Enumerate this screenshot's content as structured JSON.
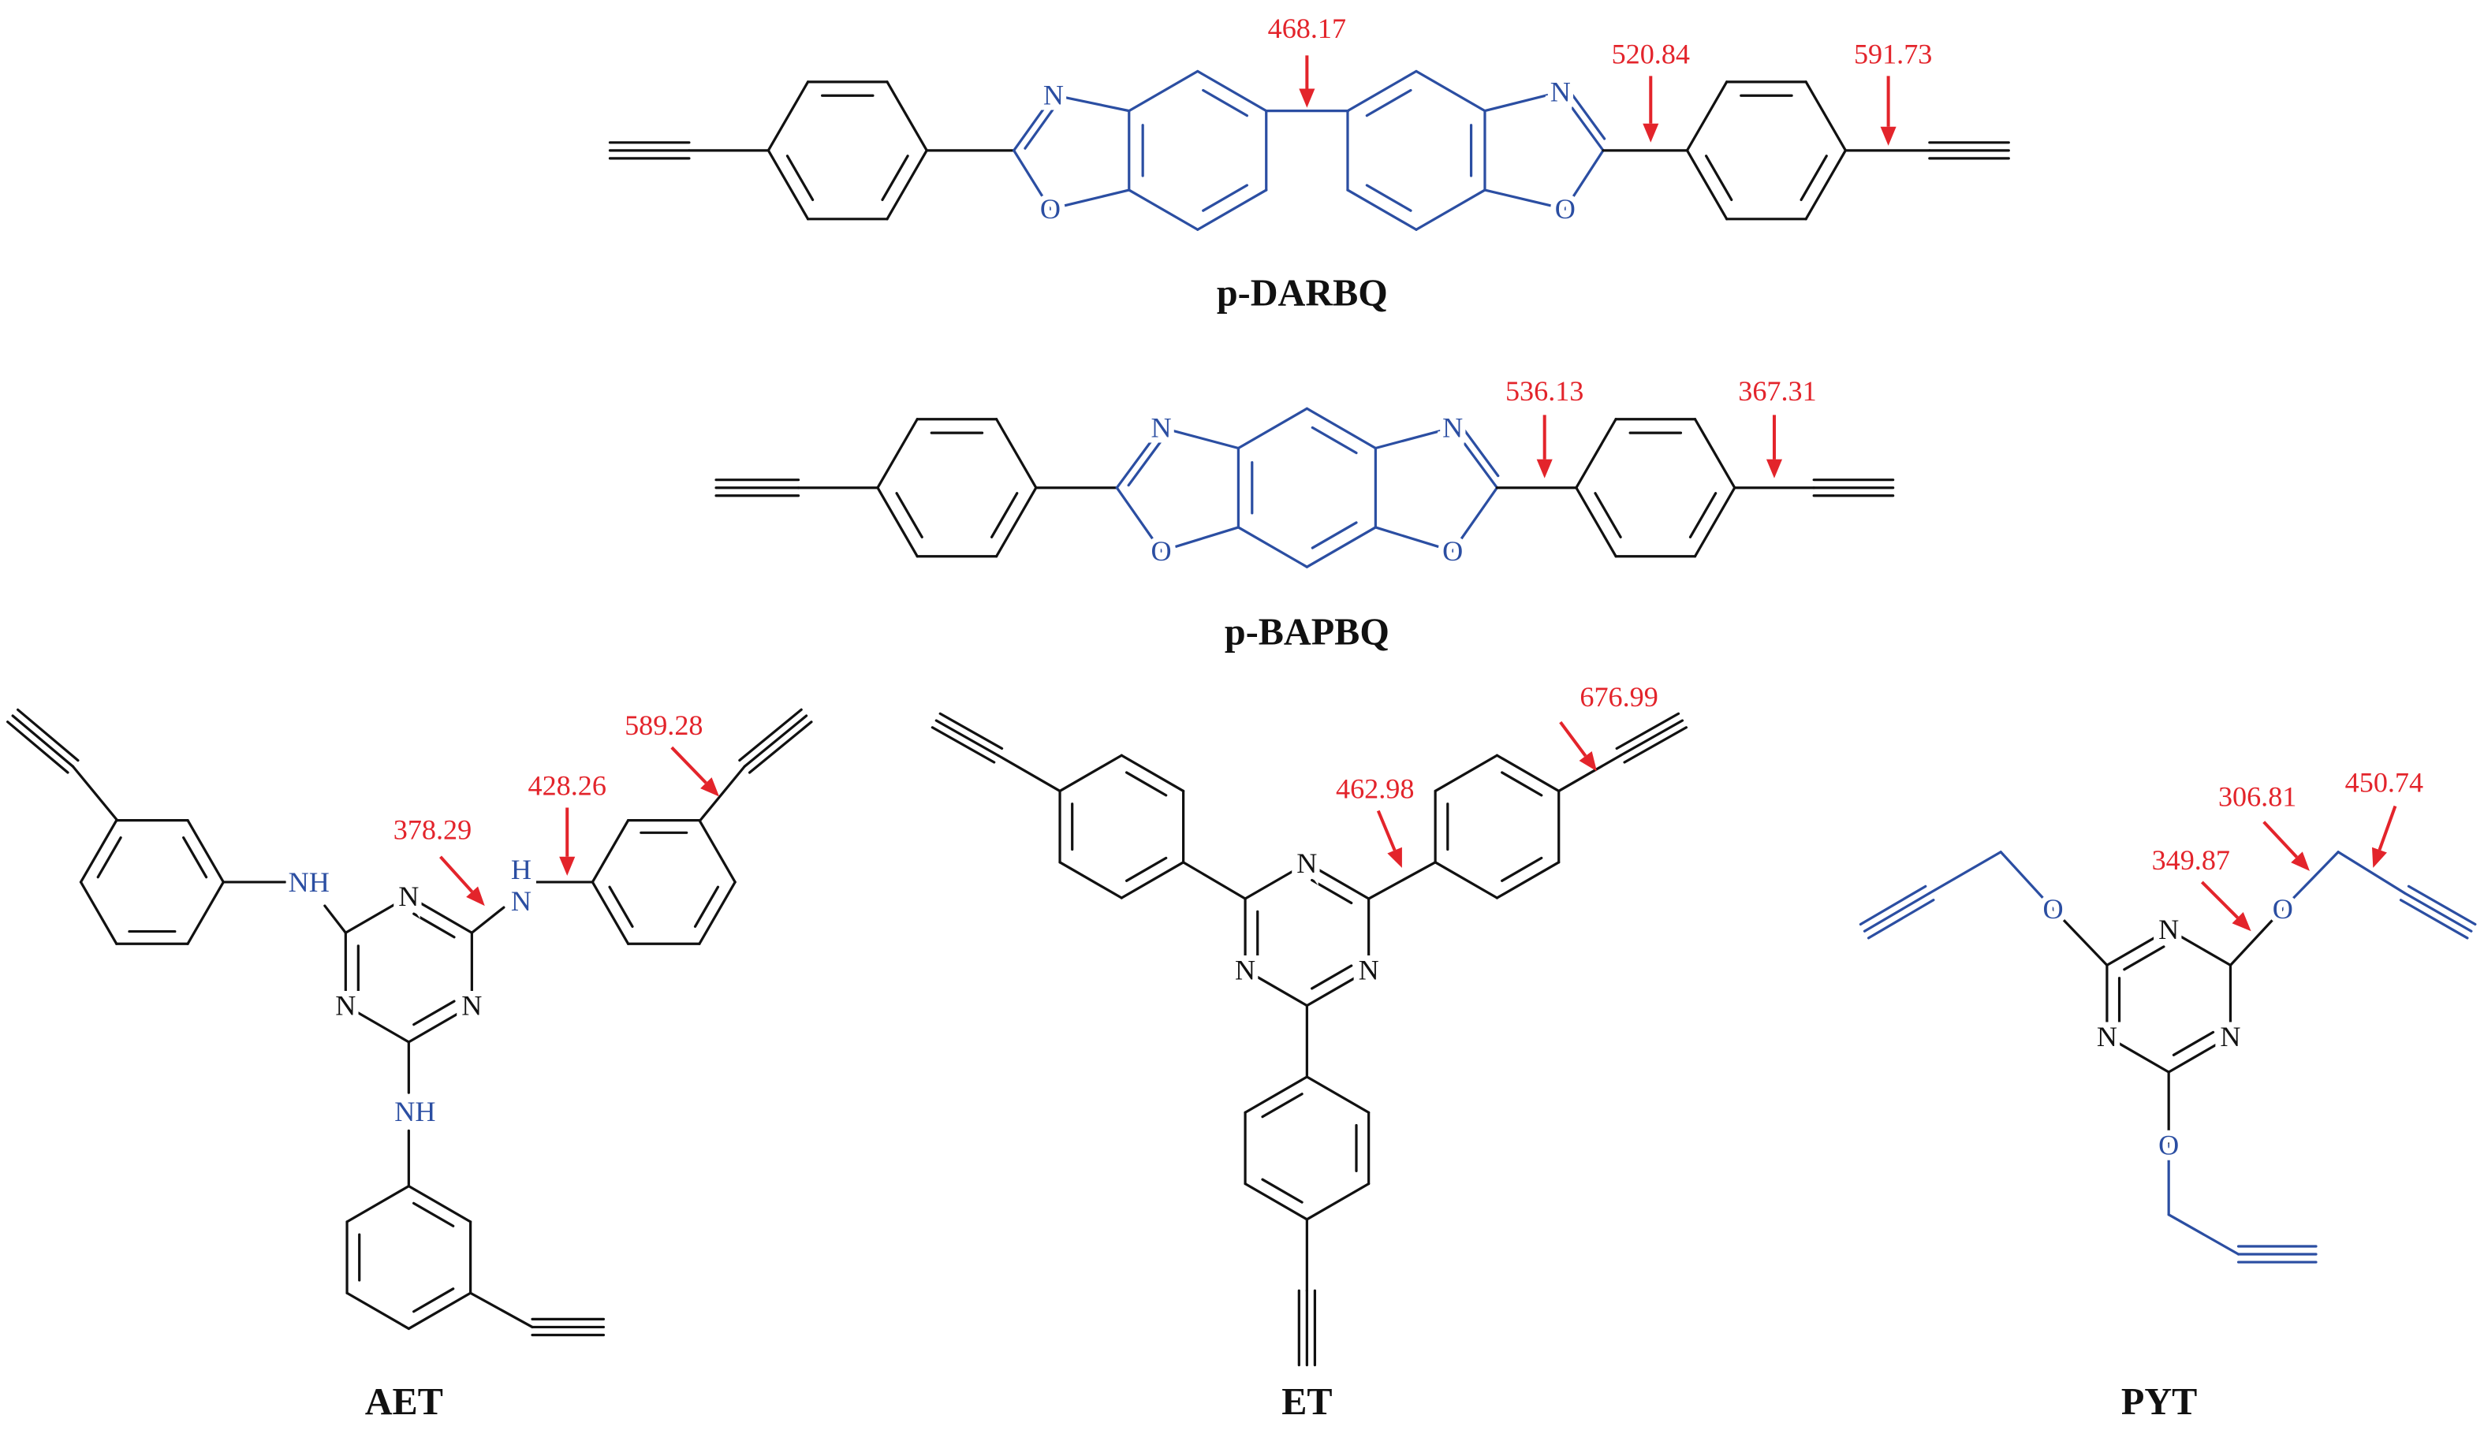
{
  "colors": {
    "bond_black": "#111111",
    "bond_blue": "#2b4ea2",
    "arrow_red": "#e3242b"
  },
  "atoms": {
    "N": "N",
    "O": "O",
    "NH": "NH",
    "H": "H"
  },
  "compounds": [
    {
      "name": "p-DARBQ",
      "energies": [
        "468.17",
        "520.84",
        "591.73"
      ]
    },
    {
      "name": "p-BAPBQ",
      "energies": [
        "536.13",
        "367.31"
      ]
    },
    {
      "name": "AET",
      "energies": [
        "378.29",
        "428.26",
        "589.28"
      ]
    },
    {
      "name": "ET",
      "energies": [
        "462.98",
        "676.99"
      ]
    },
    {
      "name": "PYT",
      "energies": [
        "349.87",
        "306.81",
        "450.74"
      ]
    }
  ]
}
